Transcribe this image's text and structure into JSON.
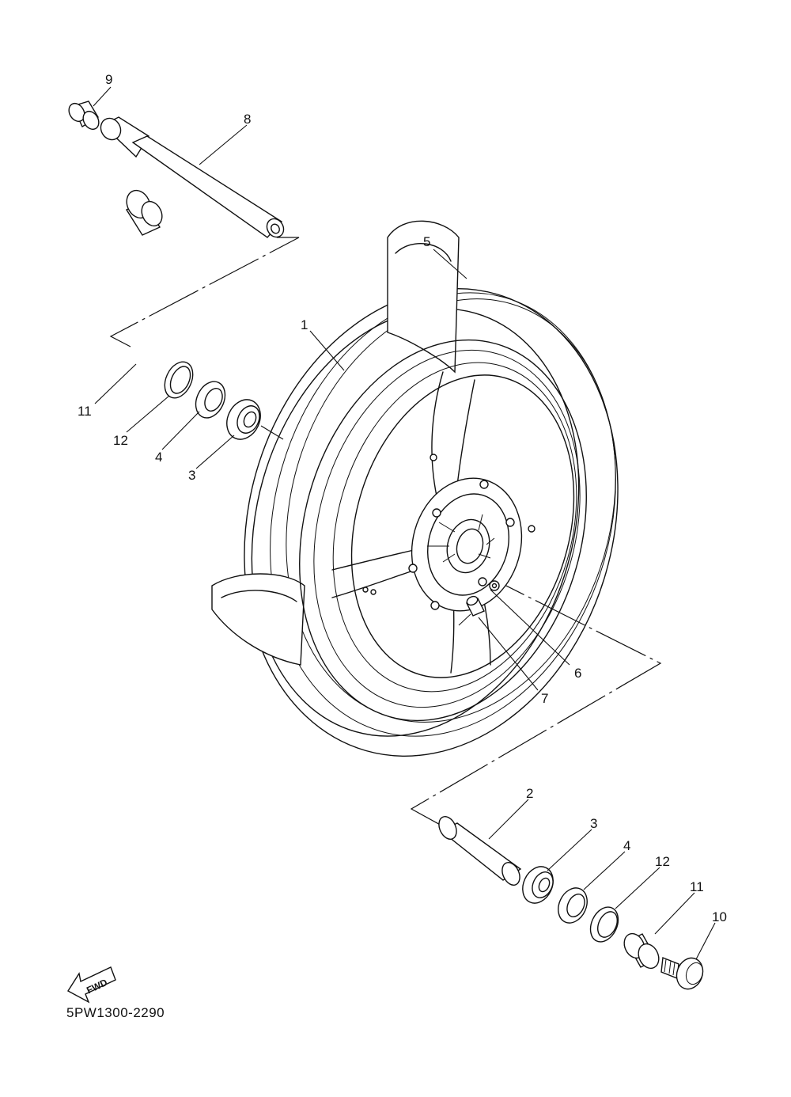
{
  "diagram": {
    "drawing_code": "5PW1300-2290",
    "fwd_label": "FWD",
    "callouts": [
      {
        "id": "c1",
        "label": "1"
      },
      {
        "id": "c2",
        "label": "2"
      },
      {
        "id": "c3a",
        "label": "3"
      },
      {
        "id": "c3b",
        "label": "3"
      },
      {
        "id": "c4a",
        "label": "4"
      },
      {
        "id": "c4b",
        "label": "4"
      },
      {
        "id": "c5",
        "label": "5"
      },
      {
        "id": "c6",
        "label": "6"
      },
      {
        "id": "c7",
        "label": "7"
      },
      {
        "id": "c8",
        "label": "8"
      },
      {
        "id": "c9",
        "label": "9"
      },
      {
        "id": "c10",
        "label": "10"
      },
      {
        "id": "c11a",
        "label": "11"
      },
      {
        "id": "c11b",
        "label": "11"
      },
      {
        "id": "c12a",
        "label": "12"
      },
      {
        "id": "c12b",
        "label": "12"
      }
    ]
  }
}
